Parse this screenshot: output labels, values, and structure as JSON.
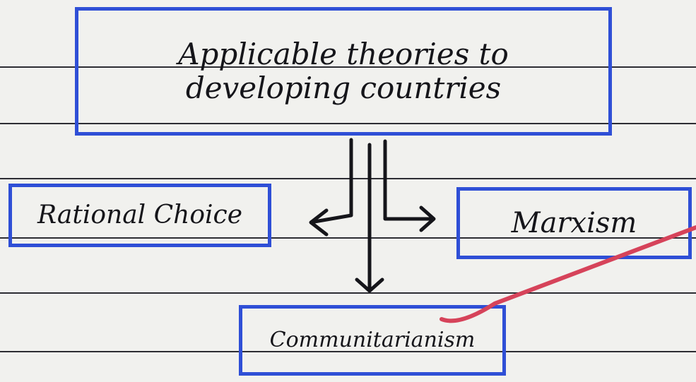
{
  "diagram": {
    "top_node": {
      "label": "Applicable theories to developing countries"
    },
    "left_node": {
      "label": "Rational Choice"
    },
    "right_node": {
      "label": "Marxism"
    },
    "bottom_node": {
      "label": "Communitarianism"
    }
  },
  "colors": {
    "box_border": "#2f4fd6",
    "ink": "#15151a",
    "ruled_line": "#2d2d33",
    "annotation": "#d6435a",
    "paper": "#f1f1ee"
  }
}
